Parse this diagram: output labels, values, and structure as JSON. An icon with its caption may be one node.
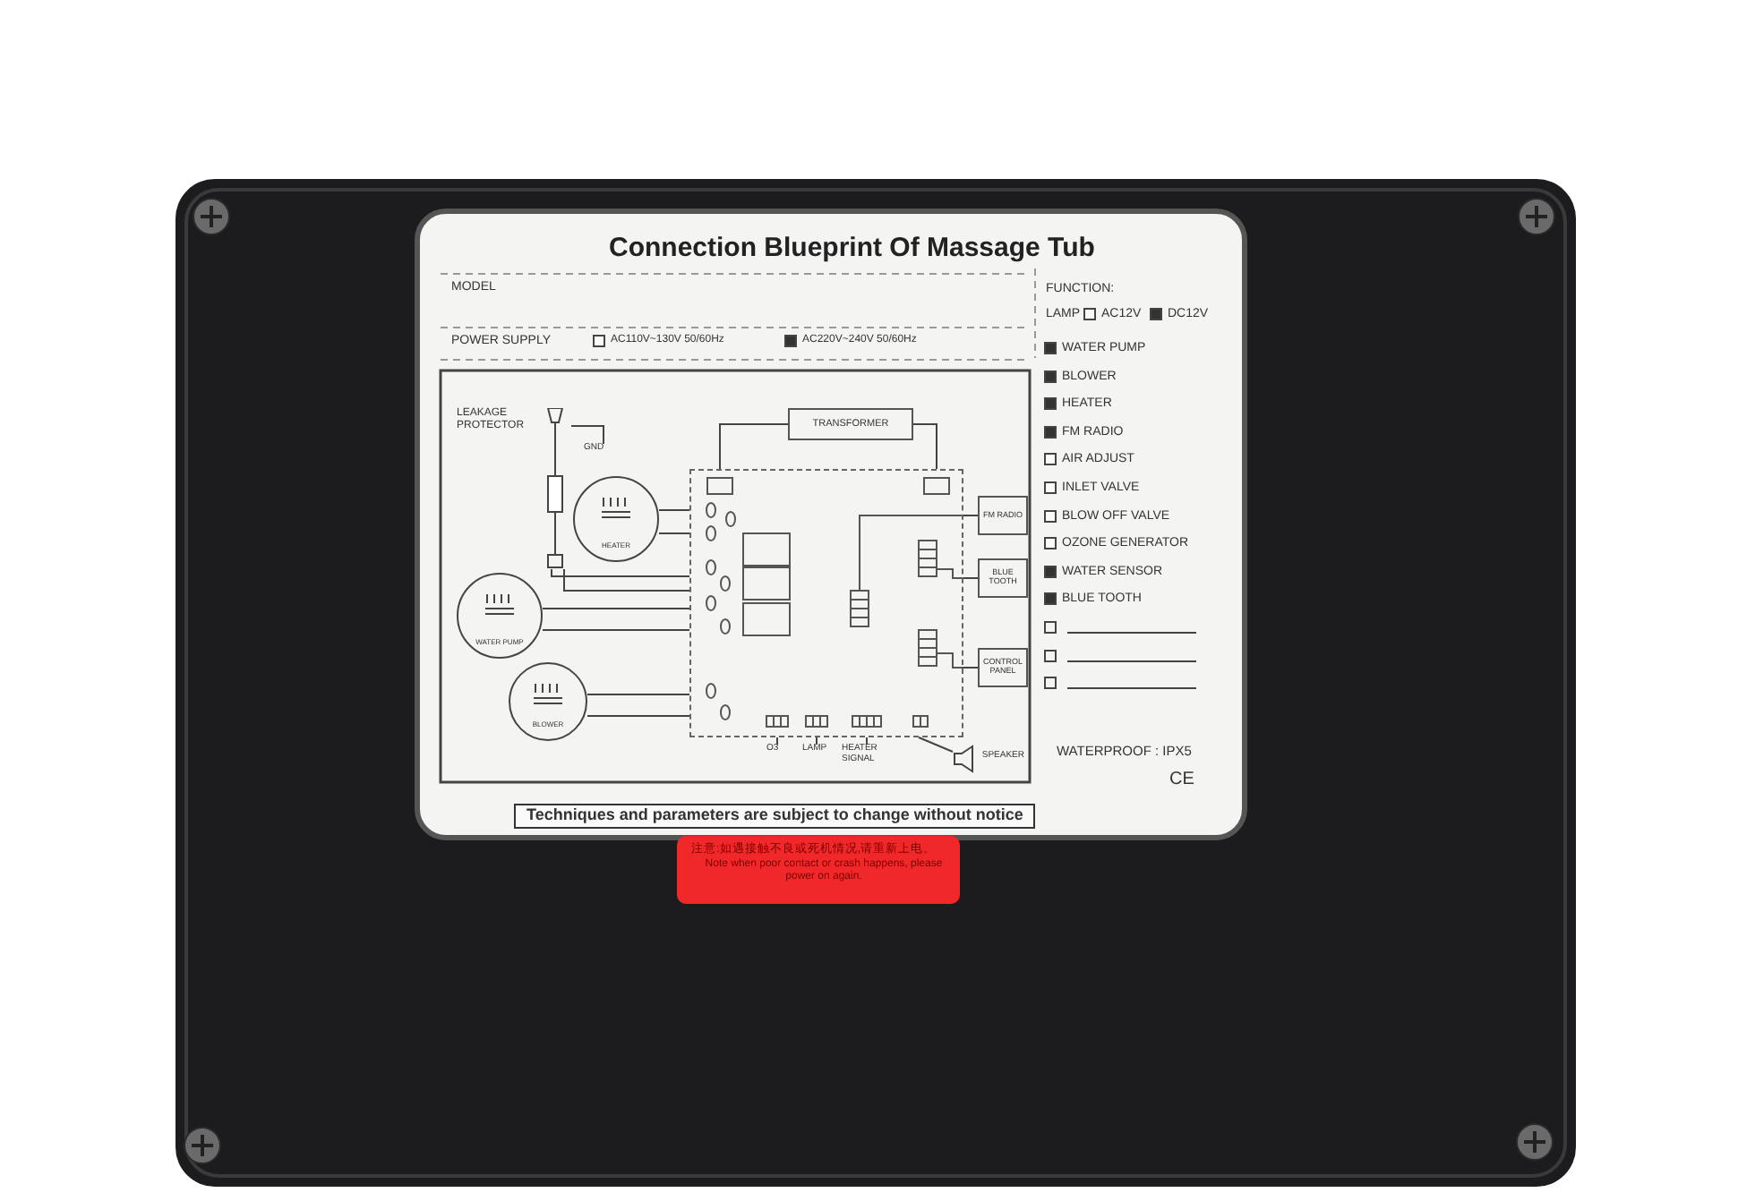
{
  "diagram": {
    "title": "Connection Blueprint Of Massage Tub",
    "nodes": [
      {
        "text": [
          "LEAKAGE PROTECTOR"
        ]
      },
      {
        "text": [
          "GND"
        ]
      },
      {
        "text": [
          "HEATER"
        ]
      },
      {
        "text": [
          "WATER PUMP"
        ]
      },
      {
        "text": [
          "BLOWER"
        ]
      },
      {
        "text": [
          "TRANSFORMER"
        ]
      },
      {
        "text": [],
        "shape": "box"
      },
      {
        "text": [
          "FM RADIO"
        ]
      },
      {
        "text": [
          "BLUE TOOTH"
        ]
      },
      {
        "text": [
          "CONTROL PANEL"
        ]
      },
      {
        "text": [
          "O3"
        ]
      },
      {
        "text": [
          "LAMP"
        ]
      },
      {
        "text": [
          "HEATER SIGNAL"
        ]
      },
      {
        "text": [
          "SPEAKER"
        ]
      }
    ],
    "edges": [
      {
        "from": 0,
        "to": 1,
        "arrow": "none"
      },
      {
        "from": 0,
        "to": 6,
        "arrow": "none"
      },
      {
        "from": 0,
        "to": 6,
        "arrow": "none"
      },
      {
        "from": 2,
        "to": 6,
        "arrow": "none"
      },
      {
        "from": 2,
        "to": 6,
        "arrow": "none"
      },
      {
        "from": 3,
        "to": 6,
        "arrow": "none"
      },
      {
        "from": 3,
        "to": 6,
        "arrow": "none"
      },
      {
        "from": 4,
        "to": 6,
        "arrow": "none"
      },
      {
        "from": 4,
        "to": 6,
        "arrow": "none"
      },
      {
        "from": 5,
        "to": 6,
        "arrow": "none"
      },
      {
        "from": 5,
        "to": 6,
        "arrow": "none"
      },
      {
        "from": 6,
        "to": 7,
        "arrow": "none"
      },
      {
        "from": 6,
        "to": 8,
        "arrow": "none"
      },
      {
        "from": 6,
        "to": 9,
        "arrow": "none"
      },
      {
        "from": 6,
        "to": 10,
        "arrow": "none"
      },
      {
        "from": 6,
        "to": 11,
        "arrow": "none"
      },
      {
        "from": 6,
        "to": 12,
        "arrow": "none"
      },
      {
        "from": 6,
        "to": 13,
        "arrow": "none"
      }
    ],
    "labels": [
      "MODEL",
      "POWER SUPPLY",
      "AC110V~130V 50/60Hz",
      "AC220V~240V 50/60Hz",
      "FUNCTION:",
      "LAMP",
      "AC12V",
      "DC12V",
      "WATER PUMP",
      "BLOWER",
      "HEATER",
      "FM RADIO",
      "AIR ADJUST",
      "INLET VALVE",
      "BLOW OFF VALVE",
      "OZONE GENERATOR",
      "WATER SENSOR",
      "BLUE TOOTH",
      "WATERPROOF : IPX5",
      "CE",
      "Techniques and parameters are subject to change without notice",
      "注意:如遇接触不良或死机情况,请重新上电。",
      "Note when poor contact or crash happens, please power on again."
    ]
  }
}
